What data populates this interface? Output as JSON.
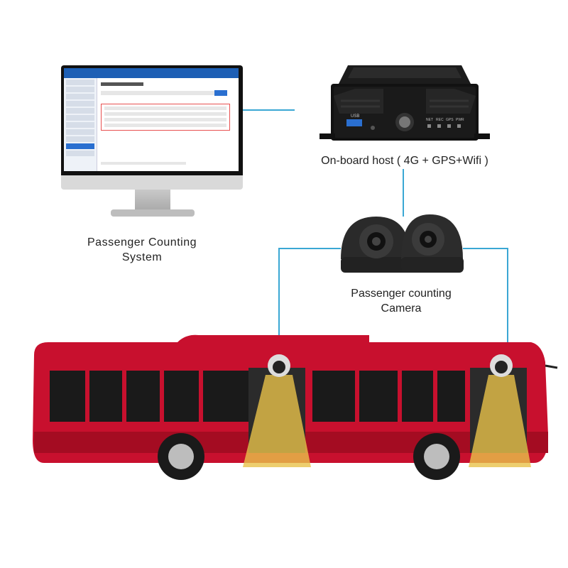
{
  "labels": {
    "system_line1": "Passenger Counting",
    "system_line2": "System",
    "host": "On-board host ( 4G + GPS+Wifi )",
    "camera_line1": "Passenger counting",
    "camera_line2": "Camera"
  },
  "device_ports": {
    "usb": "USB",
    "leds": [
      "NET",
      "REC",
      "GPS",
      "PWR"
    ]
  },
  "colors": {
    "connector": "#3aa7d4",
    "bus_body": "#c8102e",
    "light_beam": "#e8c24a",
    "app_header": "#1d5fb5",
    "highlight_box": "#e85050"
  }
}
